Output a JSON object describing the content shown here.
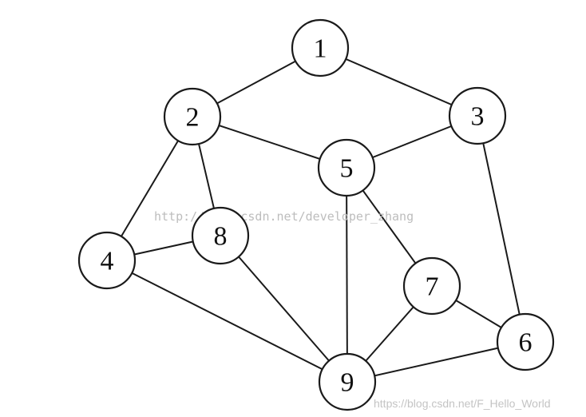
{
  "diagram": {
    "nodes": [
      {
        "id": "1",
        "label": "1"
      },
      {
        "id": "2",
        "label": "2"
      },
      {
        "id": "3",
        "label": "3"
      },
      {
        "id": "4",
        "label": "4"
      },
      {
        "id": "5",
        "label": "5"
      },
      {
        "id": "6",
        "label": "6"
      },
      {
        "id": "7",
        "label": "7"
      },
      {
        "id": "8",
        "label": "8"
      },
      {
        "id": "9",
        "label": "9"
      }
    ],
    "edges": [
      [
        "1",
        "2"
      ],
      [
        "1",
        "3"
      ],
      [
        "2",
        "5"
      ],
      [
        "3",
        "5"
      ],
      [
        "2",
        "4"
      ],
      [
        "2",
        "8"
      ],
      [
        "4",
        "8"
      ],
      [
        "4",
        "9"
      ],
      [
        "8",
        "9"
      ],
      [
        "5",
        "9"
      ],
      [
        "5",
        "7"
      ],
      [
        "7",
        "9"
      ],
      [
        "7",
        "6"
      ],
      [
        "3",
        "6"
      ],
      [
        "9",
        "6"
      ]
    ]
  },
  "watermarks": {
    "center": "http://blog.csdn.net/developer_zhang",
    "corner": "https://blog.csdn.net/F_Hello_World"
  }
}
